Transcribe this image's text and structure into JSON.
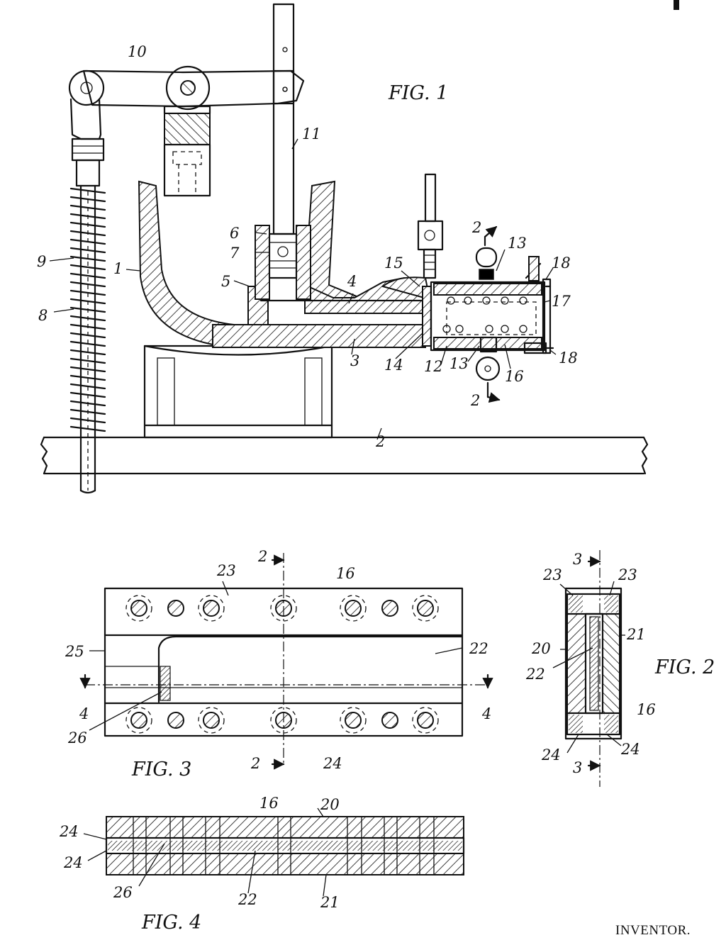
{
  "figures": {
    "fig1": "FIG. 1",
    "fig2": "FIG. 2",
    "fig3": "FIG. 3",
    "fig4": "FIG. 4"
  },
  "inventor_label": "INVENTOR.",
  "fig1_labels": {
    "frame": "1",
    "base": "2",
    "channel_lower": "3",
    "channel_upper": "4",
    "boss": "5",
    "piston_sleeve": "6",
    "piston": "7",
    "rod": "8",
    "spring": "9",
    "lever": "10",
    "plunger_rod": "11",
    "mold_holder": "12",
    "clamp_top": "13",
    "clamp_bottom": "13",
    "nozzle": "14",
    "nozzle_head": "15",
    "mold": "16",
    "mold_plate": "17",
    "bolt_top": "18",
    "bolt_bottom": "18",
    "section_top": "2",
    "section_bottom": "2"
  },
  "fig2_labels": {
    "section_top": "3",
    "section_bottom": "3",
    "top_left": "23",
    "top_right": "23",
    "left_plate": "20",
    "right_plate": "21",
    "core": "22",
    "mold": "16",
    "bottom_left": "24",
    "bottom_right": "24"
  },
  "fig3_labels": {
    "section_top": "2",
    "section_bottom": "2",
    "mold": "16",
    "top_rail": "23",
    "cavity": "22",
    "inlet": "25",
    "gate": "26",
    "bottom_rail": "24",
    "section_left": "4",
    "section_right": "4"
  },
  "fig4_labels": {
    "mold": "16",
    "top_plate": "20",
    "layer_upper": "24",
    "layer_lower": "24",
    "gate": "26",
    "cavity": "22",
    "bottom_plate": "21"
  }
}
